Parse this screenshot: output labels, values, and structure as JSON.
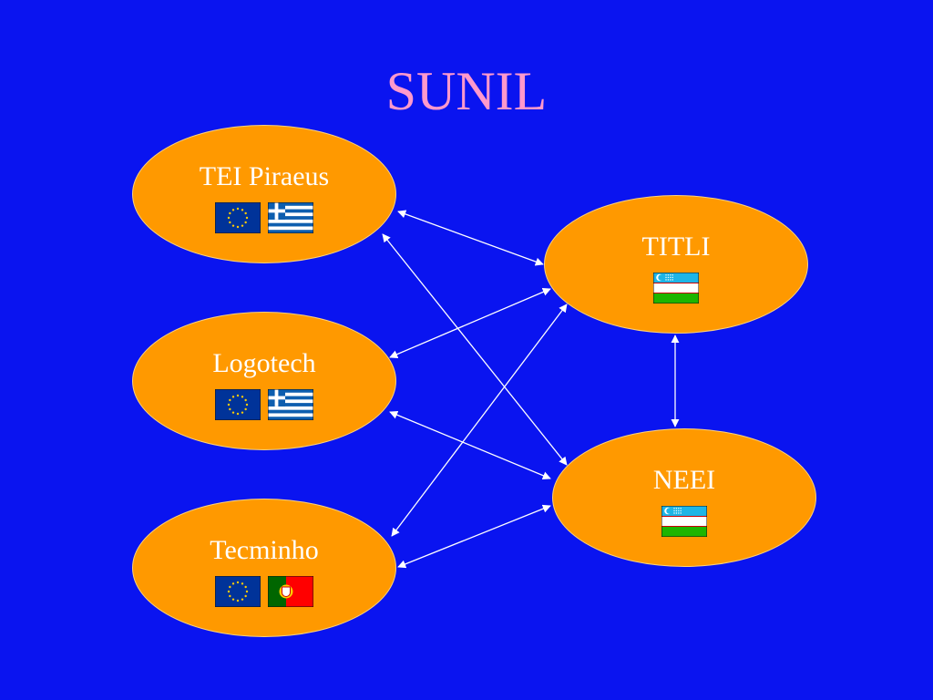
{
  "title": "SUNIL",
  "colors": {
    "background": "#0a14f0",
    "title": "#ff99cc",
    "node_fill": "#ff9900",
    "node_text": "#ffffff",
    "connector": "#ffffff"
  },
  "nodes": [
    {
      "id": "tei-piraeus",
      "label": "TEI Piraeus",
      "flags": [
        "eu-flag-icon",
        "greece-flag-icon"
      ]
    },
    {
      "id": "logotech",
      "label": "Logotech",
      "flags": [
        "eu-flag-icon",
        "greece-flag-icon"
      ]
    },
    {
      "id": "tecminho",
      "label": "Tecminho",
      "flags": [
        "eu-flag-icon",
        "portugal-flag-icon"
      ]
    },
    {
      "id": "titli",
      "label": "TITLI",
      "flags": [
        "uzbekistan-flag-icon"
      ]
    },
    {
      "id": "neei",
      "label": "NEEI",
      "flags": [
        "uzbekistan-flag-icon"
      ]
    }
  ],
  "edges": [
    {
      "from": "tei-piraeus",
      "to": "titli",
      "bidirectional": true
    },
    {
      "from": "tei-piraeus",
      "to": "neei",
      "bidirectional": true
    },
    {
      "from": "logotech",
      "to": "titli",
      "bidirectional": true
    },
    {
      "from": "logotech",
      "to": "neei",
      "bidirectional": true
    },
    {
      "from": "tecminho",
      "to": "titli",
      "bidirectional": true
    },
    {
      "from": "tecminho",
      "to": "neei",
      "bidirectional": true
    },
    {
      "from": "titli",
      "to": "neei",
      "bidirectional": true
    }
  ]
}
